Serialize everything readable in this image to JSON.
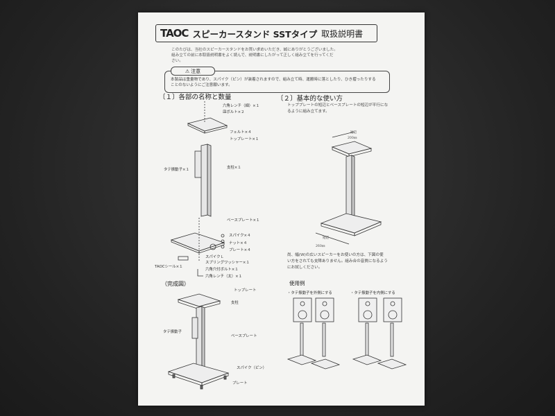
{
  "document": {
    "brand": "TAOC",
    "title": "スピーカースタンド SSTタイプ",
    "subtitle": "取扱説明書",
    "intro": "このたびは、当社のスピーカースタンドをお買い求めいただき、誠にありがとうございました。\n組み立ての前に本取扱説明書をよく読んで、説明書にしたがって正しく組み立てを行ってくだ\nさい。",
    "caution": {
      "label": "注意",
      "text": "本製品は重量物であり、スパイク（ピン）が装着されますので、組み立て時、運搬時に落としたり、ひき摺ったりする\nことのないようにご注意願います。"
    },
    "sections": {
      "parts": {
        "heading": "〔１〕各部の名称と数量",
        "labels": {
          "hex_wrench_thin": "六角レンチ（細）×１",
          "bolt": "皿ボルト×２",
          "felt": "フェルト×４",
          "top_plate": "トップレート×１",
          "vibrator": "タテ振動子×１",
          "pillar": "支柱×１",
          "base_plate": "ベースプレート×１",
          "spike": "スパイク×４",
          "nut": "ナット×４",
          "plate_small": "プレート×４",
          "spike_washer": "スパイクＬ",
          "spring_washer": "スプリングワッシャー×１",
          "hex_bolt": "六角穴付ボルト×１",
          "seal": "TAOCシール×１",
          "hex_wrench_thick": "六角レンチ（太）×１"
        }
      },
      "complete": {
        "heading": "（完成図）",
        "labels": {
          "top_plate": "トップレート",
          "pillar": "支柱",
          "vibrator": "タテ振動子",
          "base_plate": "ベースプレート",
          "spike": "スパイク（ピン）",
          "plate": "プレート"
        }
      },
      "usage": {
        "heading": "〔２〕基本的な使い方",
        "para1": "トッププレートの短辺とベースプレートの短辺が平行にな\nるように組み立てます。",
        "dim_top": "短辺",
        "dim_top_val": "200㎜",
        "dim_base": "短辺",
        "dim_base_val": "260㎜",
        "para2": "尚、幅(W)の広いスピーカーをお使いの方は、下図の使\nい方をされても支障ありません。組み合の音質になるよう\nにお試しください。",
        "examples_heading": "使用例",
        "example_a": "・タテ振動子を外側にする",
        "example_b": "・タテ振動子を内側にする"
      }
    }
  }
}
